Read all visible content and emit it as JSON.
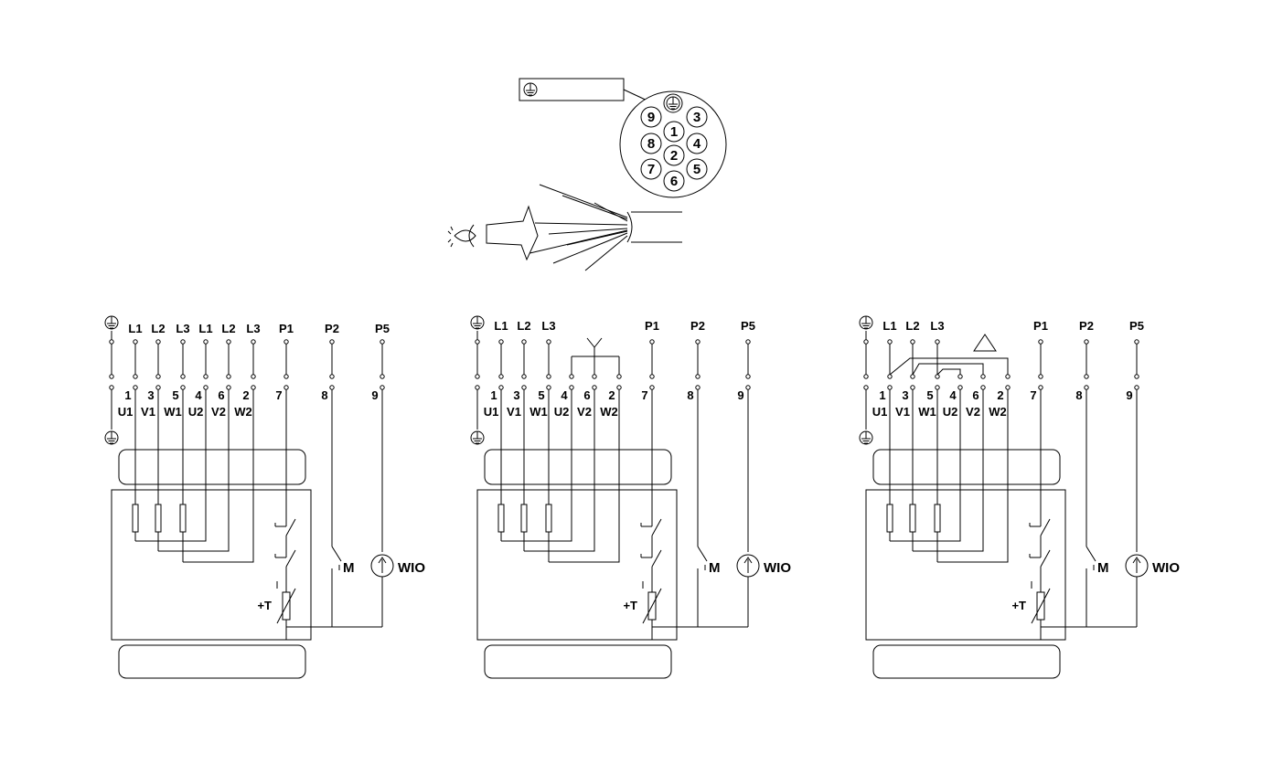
{
  "connector": {
    "pins": [
      "1",
      "2",
      "3",
      "4",
      "5",
      "6",
      "7",
      "8",
      "9"
    ]
  },
  "diagrams": [
    {
      "id": "direct",
      "terminals": [
        "L1",
        "L2",
        "L3",
        "L1",
        "L2",
        "L3",
        "P1",
        "P2",
        "P5"
      ],
      "terminal_numbers": [
        "1",
        "3",
        "5",
        "4",
        "6",
        "2",
        "7",
        "8",
        "9"
      ],
      "winding_labels": [
        "U1",
        "V1",
        "W1",
        "U2",
        "V2",
        "W2"
      ],
      "switch_label": "M",
      "sensor_label": "WIO",
      "thermistor_label": "+T"
    },
    {
      "id": "star",
      "terminals": [
        "L1",
        "L2",
        "L3",
        "P1",
        "P2",
        "P5"
      ],
      "terminal_numbers": [
        "1",
        "3",
        "5",
        "4",
        "6",
        "2",
        "7",
        "8",
        "9"
      ],
      "winding_labels": [
        "U1",
        "V1",
        "W1",
        "U2",
        "V2",
        "W2"
      ],
      "switch_label": "M",
      "sensor_label": "WIO",
      "thermistor_label": "+T"
    },
    {
      "id": "delta",
      "terminals": [
        "L1",
        "L2",
        "L3",
        "P1",
        "P2",
        "P5"
      ],
      "terminal_numbers": [
        "1",
        "3",
        "5",
        "4",
        "6",
        "2",
        "7",
        "8",
        "9"
      ],
      "winding_labels": [
        "U1",
        "V1",
        "W1",
        "U2",
        "V2",
        "W2"
      ],
      "switch_label": "M",
      "sensor_label": "WIO",
      "thermistor_label": "+T"
    }
  ]
}
